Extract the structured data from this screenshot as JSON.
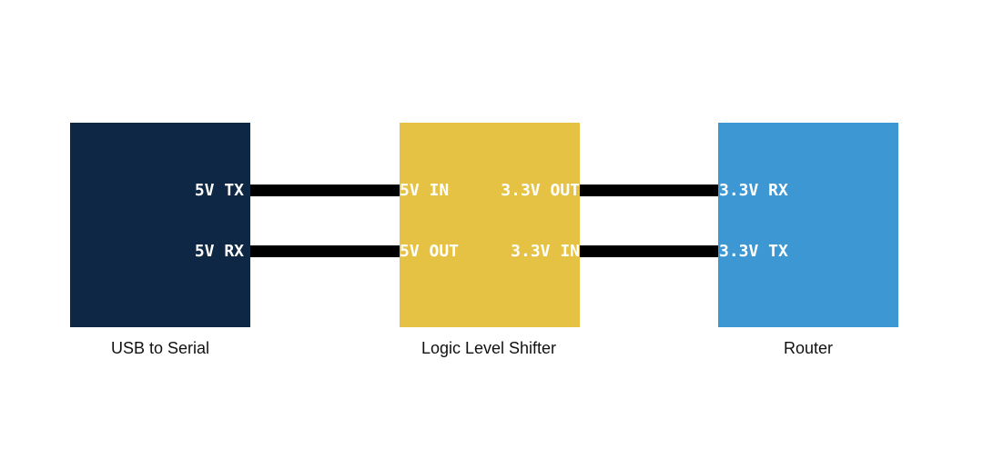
{
  "colors": {
    "usb_block": "#0d2744",
    "shifter_block": "#e6c244",
    "router_block": "#3d97d3",
    "wire": "#000000",
    "pin_text": "#ffffff",
    "caption_text": "#111111"
  },
  "blocks": {
    "usb": {
      "caption": "USB to Serial",
      "pins": {
        "tx": "5V TX",
        "rx": "5V RX"
      }
    },
    "shifter": {
      "caption": "Logic Level Shifter",
      "pins": {
        "in_5v": "5V IN",
        "out_5v": "5V OUT",
        "out_3v3": "3.3V OUT",
        "in_3v3": "3.3V IN"
      }
    },
    "router": {
      "caption": "Router",
      "pins": {
        "rx": "3.3V RX",
        "tx": "3.3V TX"
      }
    }
  }
}
